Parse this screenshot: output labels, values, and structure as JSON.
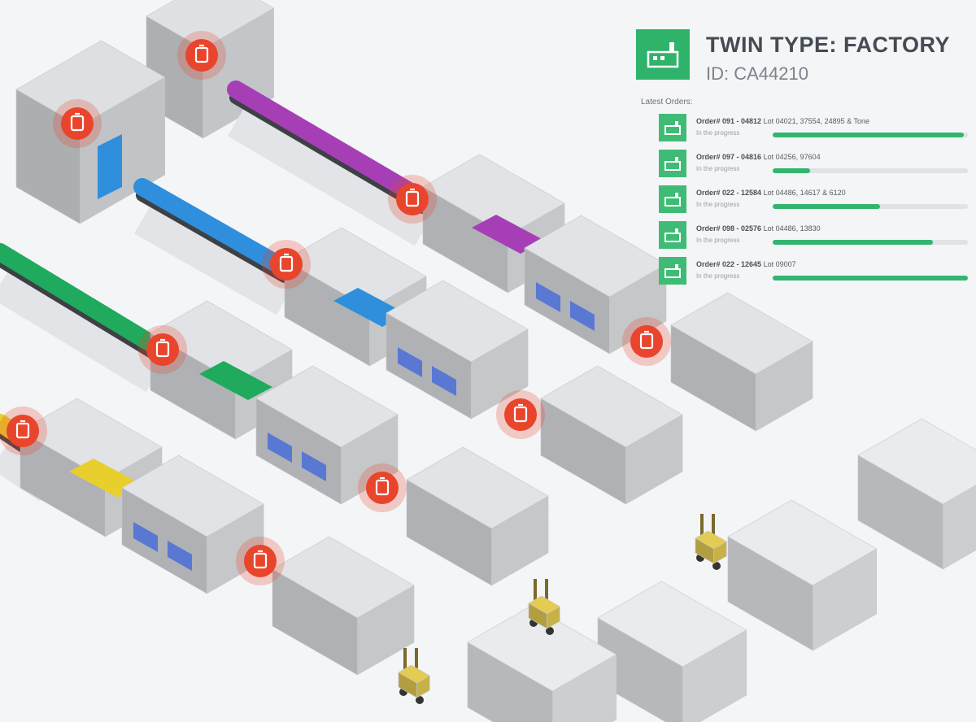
{
  "panel": {
    "title": "TWIN TYPE: FACTORY",
    "id_label": "ID: CA44210",
    "orders_label": "Latest Orders:",
    "icon": "factory-icon",
    "accent": "#2fb36b",
    "orders": [
      {
        "order_no": "Order# 091 - 04812",
        "desc": "Lot 04021, 37554, 24895 & Tone",
        "status": "In the progress",
        "progress": 0.98
      },
      {
        "order_no": "Order# 097 - 04816",
        "desc": "Lot 04256, 97604",
        "status": "In the progress",
        "progress": 0.19
      },
      {
        "order_no": "Order# 022 - 12584",
        "desc": "Lot 04486, 14617 & 6120",
        "status": "In the progress",
        "progress": 0.55
      },
      {
        "order_no": "Order# 098 - 02576",
        "desc": "Lot 04486, 13830",
        "status": "In the progress",
        "progress": 0.82
      },
      {
        "order_no": "Order# 022 - 12645",
        "desc": "Lot 09007",
        "status": "In the progress",
        "progress": 1.0
      }
    ]
  },
  "scene": {
    "lines": [
      {
        "name": "purple",
        "color": "#a63fb5"
      },
      {
        "name": "blue",
        "color": "#2f8fdc"
      },
      {
        "name": "green",
        "color": "#1faa5e"
      },
      {
        "name": "yellow",
        "color": "#e9cf2d"
      }
    ],
    "alert_color": "#e8452c",
    "machine_color": "#d6d8db",
    "screen_color": "#4a6fd8",
    "forklift_color": "#d9c14e"
  }
}
